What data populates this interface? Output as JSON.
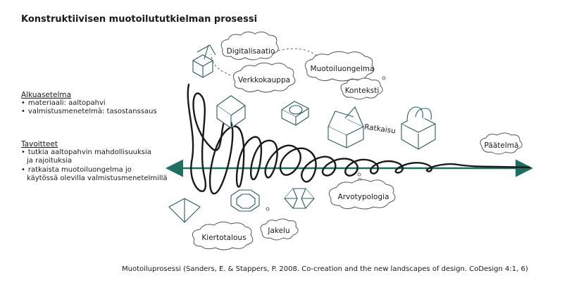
{
  "title": "Konstruktiivisen muotoilututkielman prosessi",
  "initial_state": {
    "heading": "Alkuasetelma",
    "items": [
      "materiaali: aaltopahvi",
      "valmistusmenetelmä: tasostanssaus"
    ]
  },
  "goals": {
    "heading": "Tavoitteet",
    "items": [
      "tutkia aaltopahvin mahdollisuuksia\nja rajoituksia",
      "ratkaista muotoiluongelma jo\nkäytössä olevilla valmistusmenetelmillä"
    ]
  },
  "clouds": {
    "digitalisaatio": "Digitalisaatio",
    "verkkokauppa": "Verkkokauppa",
    "muotoiluongelma": "Muotoiluongelma",
    "konteksti": "Konteksti",
    "paatelma": "Päätelmä",
    "arvotypologia": "Arvotypologia",
    "jakelu": "Jakelu",
    "kiertotalous": "Kiertotalous"
  },
  "ratkaisu_label": "Ratkaisu",
  "caption": "Muotoiluprosessi (Sanders, E. & Stappers, P. 2008. Co-creation and the new landscapes of design. CoDesign 4:1, 6)",
  "colors": {
    "arrow": "#1f6e62",
    "sketch": "#2b5e58",
    "cloud_stroke": "#555555"
  }
}
